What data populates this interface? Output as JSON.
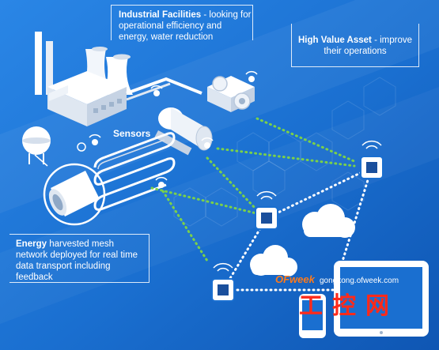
{
  "callouts": {
    "facilities": {
      "bold": "Industrial Facilities",
      "rest": " - looking for operational efficiency and energy, water reduction"
    },
    "asset": {
      "bold": "High Value Asset",
      "rest": " - improve their operations"
    },
    "energy": {
      "bold": "Energy",
      "rest": " harvested mesh network deployed for real time data transport including feedback"
    }
  },
  "labels": {
    "sensors": "Sensors"
  },
  "watermark": {
    "brand": "OFweek",
    "url": "gongkong.ofweek.com",
    "cn": "工控网"
  },
  "colors": {
    "background": "#1a6fd0",
    "mesh_link_dotted": "#ffffff",
    "sensor_link_dotted": "#7ad14a",
    "accent_watermark": "#ff2a1a"
  }
}
